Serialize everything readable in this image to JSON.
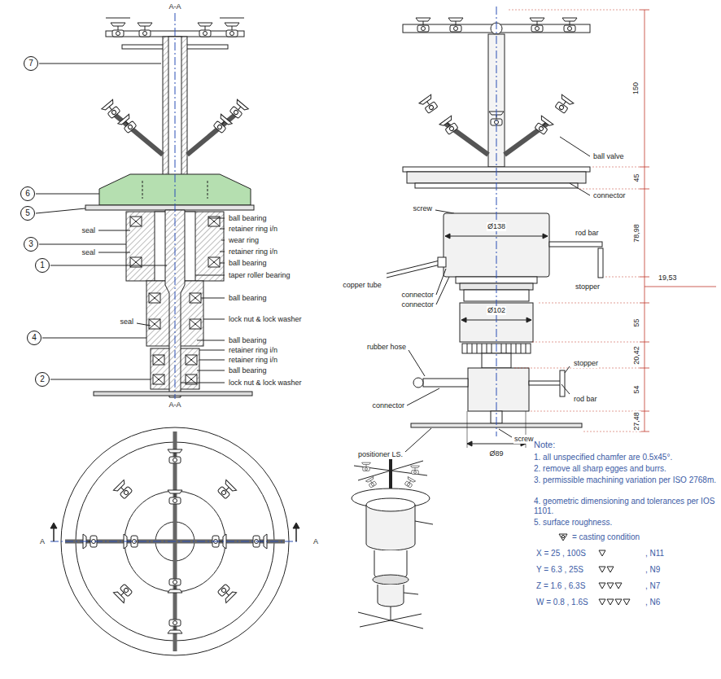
{
  "diagram": {
    "nodes": [
      {
        "text": [
          "7"
        ]
      },
      {
        "text": [
          "6"
        ]
      },
      {
        "text": [
          "5"
        ]
      },
      {
        "text": [
          "3"
        ]
      },
      {
        "text": [
          "1"
        ]
      },
      {
        "text": [
          "4"
        ]
      },
      {
        "text": [
          "2"
        ]
      }
    ],
    "labels": [
      "A-A",
      "seal",
      "ball bearing",
      "retainer ring i/n",
      "wear ring",
      "seal",
      "retainer ring i/n",
      "ball bearing",
      "taper roller bearing",
      "ball bearing",
      "lock nut & lock washer",
      "seal",
      "ball bearing",
      "retainer ring i/n",
      "retainer ring i/n",
      "ball bearing",
      "lock nut & lock washer",
      "A-A",
      "150",
      "ball valve",
      "connector",
      "45",
      "screw",
      "Ø138",
      "rod bar",
      "78,98",
      "stopper",
      "19,53",
      "copper tube",
      "connector",
      "connector",
      "Ø102",
      "55",
      "rubber hose",
      "20,42",
      "stopper",
      "rod bar",
      "54",
      "connector",
      "27,48",
      "positioner LS.",
      "screw",
      "Ø89",
      "A",
      "A",
      "Note:",
      "1. all unspecified chamfer are 0.5x45°.",
      "2. remove all sharp egges and burrs.",
      "3. permissible machining variation per ISO 2768m.",
      "4. geometric dimensioning and tolerances per IOS 1101.",
      "5. surface roughness.",
      "= casting condition",
      "X = 25 , 100S",
      ", N11",
      "Y = 6.3 , 25S",
      ", N9",
      "Z = 1.6 , 6.3S",
      ", N7",
      "W = 0.8 , 1.6S",
      ", N6"
    ]
  }
}
